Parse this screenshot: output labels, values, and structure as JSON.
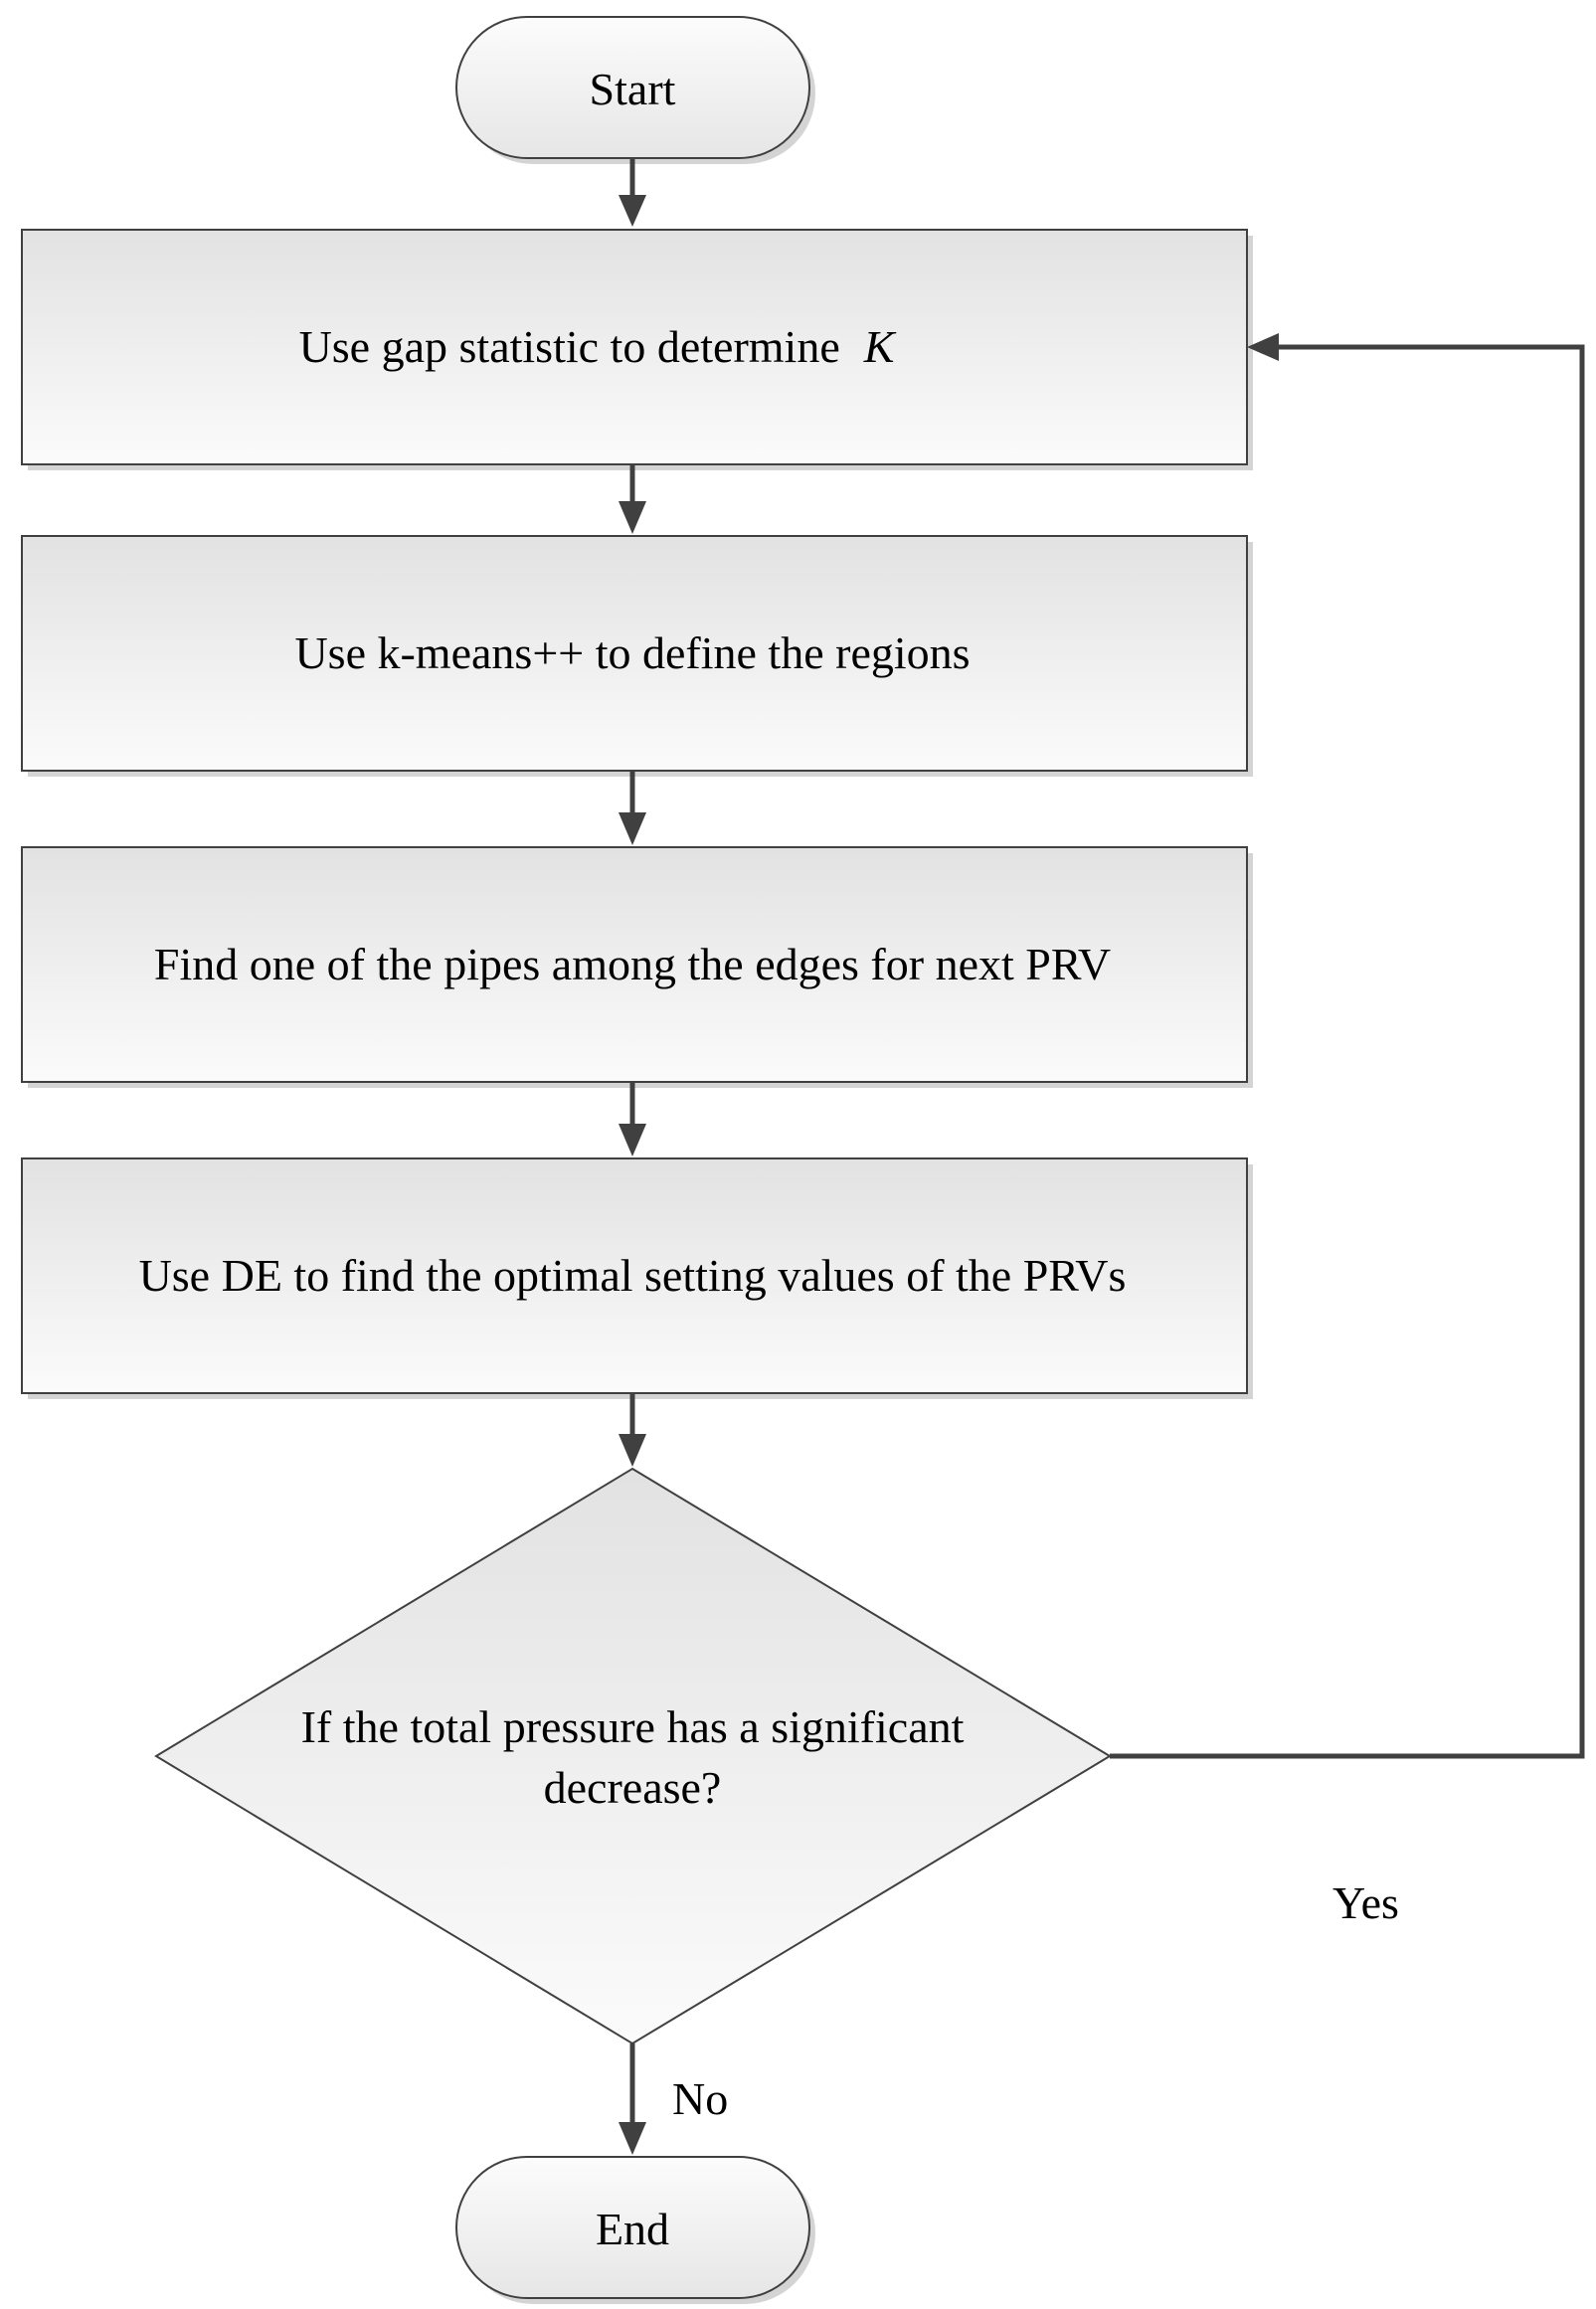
{
  "flowchart": {
    "start": {
      "label": "Start"
    },
    "steps": [
      {
        "label": "Use gap statistic to determine",
        "italic_suffix": "K"
      },
      {
        "label": "Use k-means++ to define the regions"
      },
      {
        "label": "Find one of the pipes among the edges for next PRV"
      },
      {
        "label": "Use DE to find the optimal setting values of the PRVs"
      }
    ],
    "decision": {
      "line1": "If the total pressure has a significant",
      "line2": "decrease?"
    },
    "edge_labels": {
      "yes": "Yes",
      "no": "No"
    },
    "end": {
      "label": "End"
    }
  },
  "colors": {
    "stroke": "#404040",
    "fill_top": "#ffffff",
    "fill_bottom": "#e4e4e4",
    "text": "#000000"
  }
}
